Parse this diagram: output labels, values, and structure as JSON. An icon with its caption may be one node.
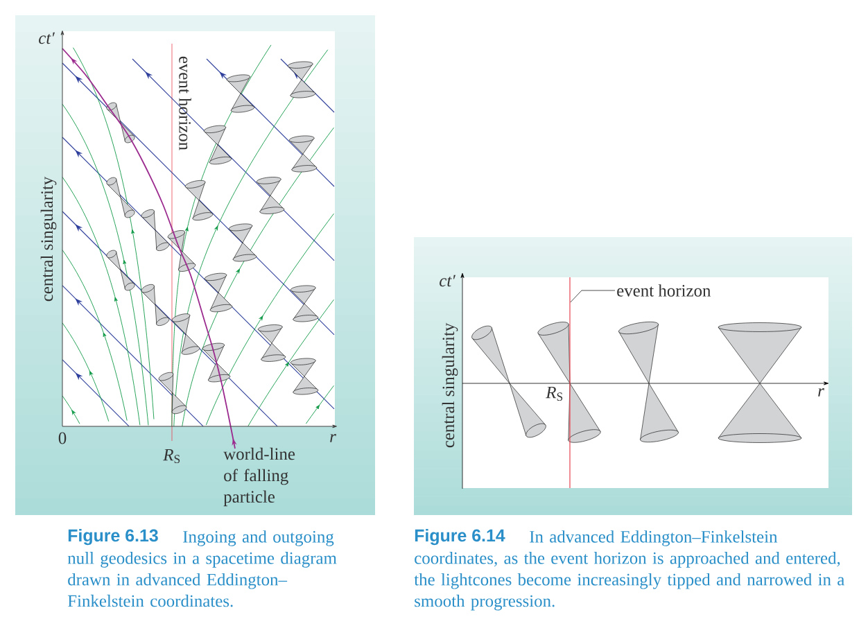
{
  "diagram": {
    "nodes": [
      {
        "text": [
          "event horizon"
        ]
      },
      {
        "text": [],
        "shape": "bar"
      }
    ],
    "edges": [
      {
        "from": 0,
        "to": 1,
        "arrow": "none"
      }
    ],
    "labels": [
      "ct′",
      "event horizon",
      "central singularity",
      "0",
      "r",
      "*R*$_{S}$",
      "world-line of falling particle",
      "Figure 6.13",
      "Ingoing and outgoing null geodesics in a spacetime diagram drawn in advanced Eddington–Finkelstein coordinates.",
      "ct′",
      "central singularity",
      "*R*$_{S}$",
      "r",
      "Figure 6.14",
      "In advanced Eddington–Finkelstein coordinates, as the event horizon is approached and entered, the lightcones become increasingly tipped and narrowed in a smooth progression."
    ]
  }
}
